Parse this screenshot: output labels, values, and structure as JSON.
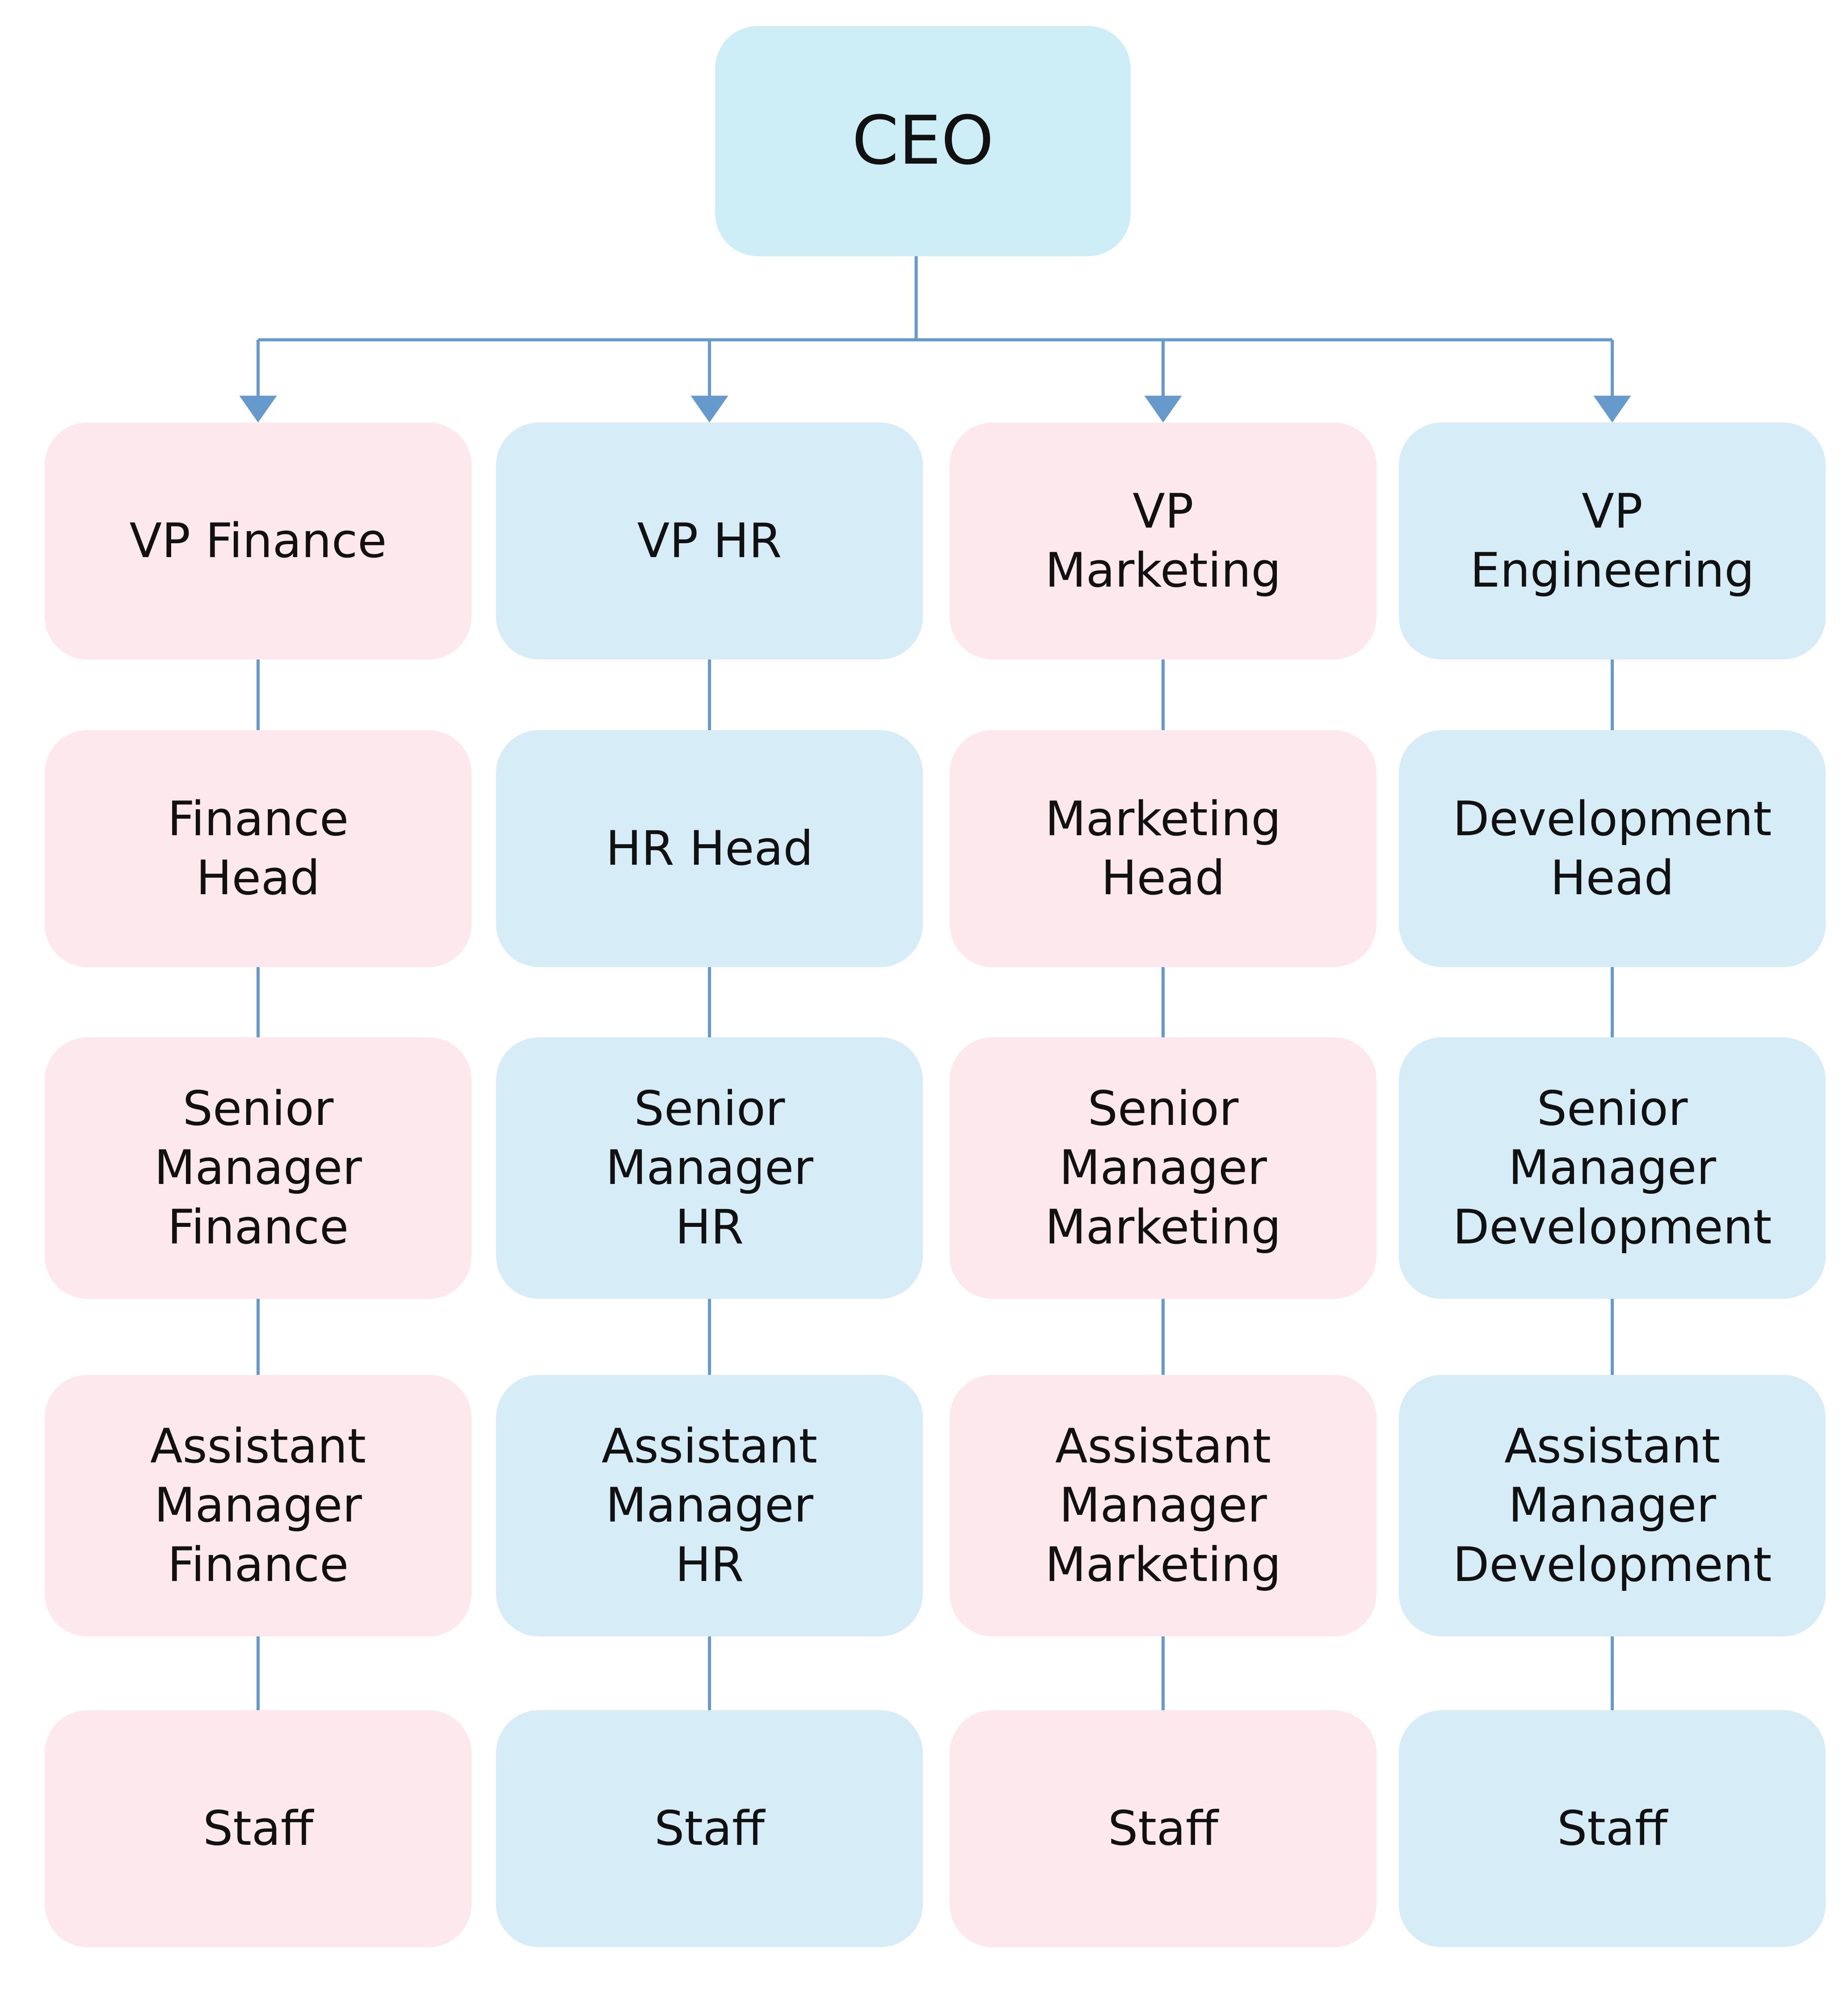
{
  "colors": {
    "ceo_fill": "#cdeef6",
    "blue_fill": "#d6ecf7",
    "pink_fill": "#fce8ed",
    "connector": "#6699cc"
  },
  "ceo": {
    "label": "CEO"
  },
  "columns": [
    {
      "id": "finance",
      "color": "pink",
      "vp": "VP Finance",
      "head": "Finance\nHead",
      "senior_manager": "Senior\nManager\nFinance",
      "assistant_manager": "Assistant\nManager\nFinance",
      "staff": "Staff"
    },
    {
      "id": "hr",
      "color": "blue",
      "vp": "VP HR",
      "head": "HR Head",
      "senior_manager": "Senior\nManager\nHR",
      "assistant_manager": "Assistant\nManager\nHR",
      "staff": "Staff"
    },
    {
      "id": "marketing",
      "color": "pink",
      "vp": "VP\nMarketing",
      "head": "Marketing\nHead",
      "senior_manager": "Senior\nManager\nMarketing",
      "assistant_manager": "Assistant\nManager\nMarketing",
      "staff": "Staff"
    },
    {
      "id": "engineering",
      "color": "blue",
      "vp": "VP\nEngineering",
      "head": "Development\nHead",
      "senior_manager": "Senior\nManager\nDevelopment",
      "assistant_manager": "Assistant\nManager\nDevelopment",
      "staff": "Staff"
    }
  ]
}
